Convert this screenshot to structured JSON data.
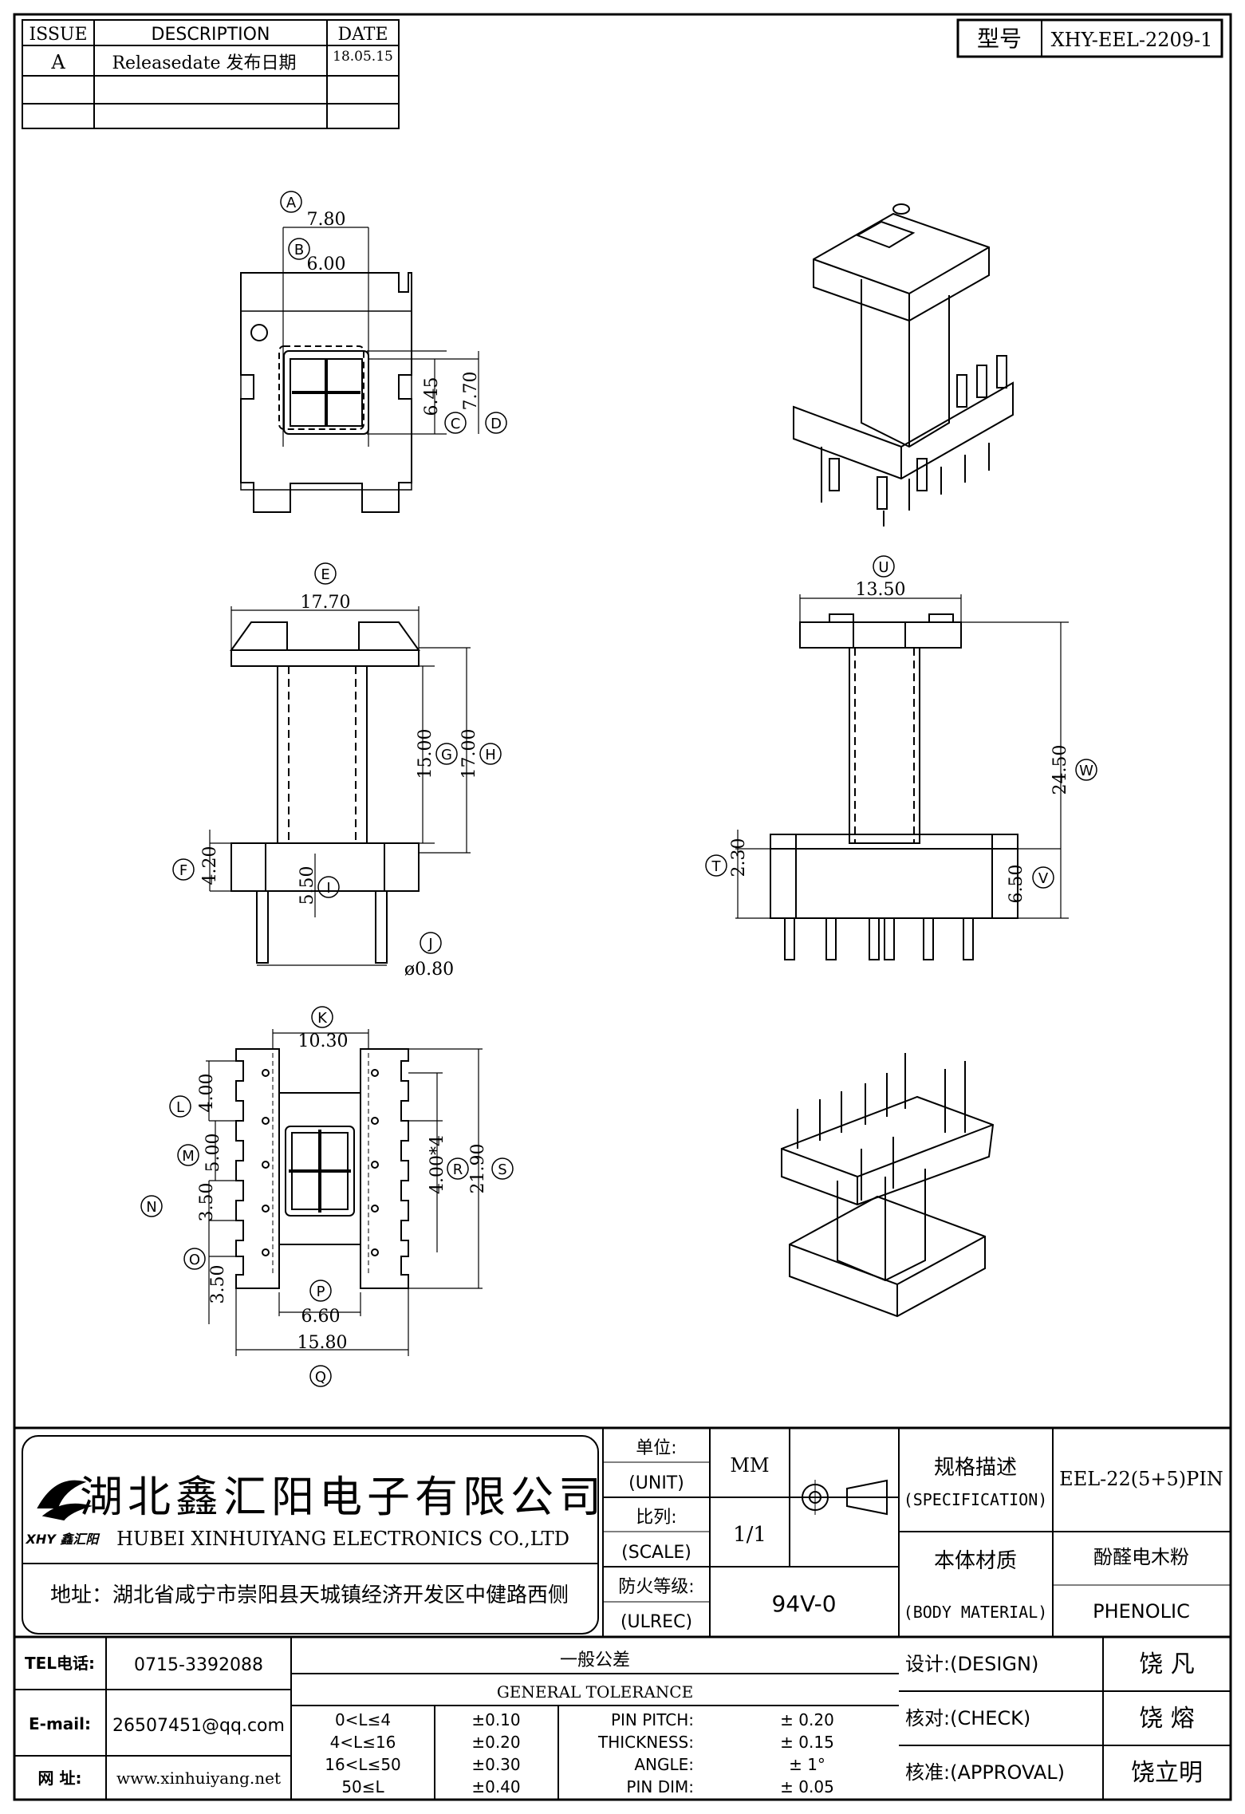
{
  "revision_table": {
    "headers": {
      "issue": "ISSUE",
      "description": "DESCRIPTION",
      "date": "DATE"
    },
    "rows": [
      {
        "issue": "A",
        "description": "Releasedate 发布日期",
        "date": "18.05.15"
      }
    ]
  },
  "model": {
    "label": "型号",
    "value": "XHY-EEL-2209-1"
  },
  "dimensions": {
    "A": "7.80",
    "B": "6.00",
    "C": "6.45",
    "D": "7.70",
    "E": "17.70",
    "F": "4.20",
    "G": "15.00",
    "H": "17.00",
    "I": "5.50",
    "J": "ø0.80",
    "K": "10.30",
    "L": "4.00",
    "M": "5.00",
    "N": "3.50",
    "O": "3.50",
    "P": "6.60",
    "Q": "15.80",
    "R": "4.00*4",
    "S": "21.90",
    "T": "2.30",
    "U": "13.50",
    "V": "6.50",
    "W": "24.50"
  },
  "company": {
    "name_cn": "湖北鑫汇阳电子有限公司",
    "name_en": "HUBEI XINHUIYANG ELECTRONICS CO.,LTD",
    "address": "地址：湖北省咸宁市崇阳县天城镇经济开发区中健路西侧",
    "logo_text": "XHY 鑫汇阳"
  },
  "title_block": {
    "unit_label": "单位:",
    "unit_label_en": "(UNIT)",
    "unit_value": "MM",
    "scale_label": "比列:",
    "scale_label_en": "(SCALE)",
    "scale_value": "1/1",
    "ulrec_label": "防火等级:",
    "ulrec_label_en": "(ULREC)",
    "ulrec_value": "94V-0",
    "spec_label": "规格描述",
    "spec_label_en": "(SPECIFICATION)",
    "spec_value": "EEL-22(5+5)PIN",
    "material_label": "本体材质",
    "material_label_en": "(BODY MATERIAL)",
    "material_value_cn": "酚醛电木粉",
    "material_value_en": "PHENOLIC"
  },
  "contact": {
    "tel_label": "TEL电话:",
    "tel": "0715-3392088",
    "email_label": "E-mail:",
    "email": "26507451@qq.com",
    "web_label": "网  址:",
    "web": "www.xinhuiyang.net"
  },
  "tolerance": {
    "title_cn": "一般公差",
    "title_en": "GENERAL TOLERANCE",
    "ranges": [
      {
        "range": "0<L≤4",
        "tol": "±0.10"
      },
      {
        "range": "4<L≤16",
        "tol": "±0.20"
      },
      {
        "range": "16<L≤50",
        "tol": "±0.30"
      },
      {
        "range": "50≤L",
        "tol": "±0.40"
      }
    ],
    "specs": [
      {
        "label": "PIN PITCH:",
        "value": "± 0.20"
      },
      {
        "label": "THICKNESS:",
        "value": "± 0.15"
      },
      {
        "label": "ANGLE:",
        "value": "± 1°"
      },
      {
        "label": "PIN DIM:",
        "value": "± 0.05"
      }
    ]
  },
  "signoff": {
    "design_label": "设计:(DESIGN)",
    "design": "饶  凡",
    "check_label": "核对:(CHECK)",
    "check": "饶  熔",
    "approval_label": "核准:(APPROVAL)",
    "approval": "饶立明"
  }
}
